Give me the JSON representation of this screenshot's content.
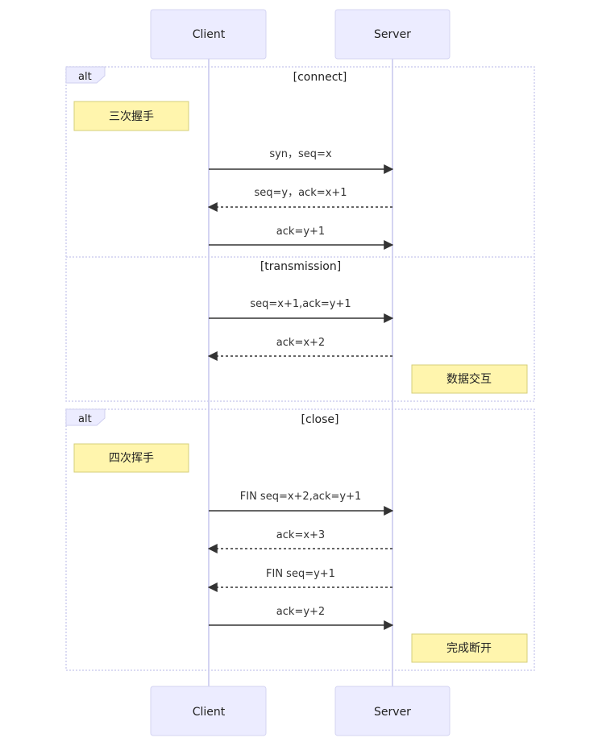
{
  "actors": {
    "client": "Client",
    "server": "Server"
  },
  "alt_label": "alt",
  "blocks": [
    {
      "sections": [
        {
          "condition": "[connect]",
          "note": "三次握手",
          "messages": [
            {
              "text": "syn，seq=x",
              "from": "client",
              "to": "server",
              "style": "solid"
            },
            {
              "text": "seq=y，ack=x+1",
              "from": "server",
              "to": "client",
              "style": "dashed"
            },
            {
              "text": "ack=y+1",
              "from": "client",
              "to": "server",
              "style": "solid"
            }
          ]
        },
        {
          "condition": "[transmission]",
          "messages": [
            {
              "text": "seq=x+1,ack=y+1",
              "from": "client",
              "to": "server",
              "style": "solid"
            },
            {
              "text": "ack=x+2",
              "from": "server",
              "to": "client",
              "style": "dashed"
            }
          ],
          "note": "数据交互"
        }
      ]
    },
    {
      "sections": [
        {
          "condition": "[close]",
          "note": "四次挥手",
          "messages": [
            {
              "text": "FIN seq=x+2,ack=y+1",
              "from": "client",
              "to": "server",
              "style": "solid"
            },
            {
              "text": "ack=x+3",
              "from": "server",
              "to": "client",
              "style": "dashed"
            },
            {
              "text": "FIN seq=y+1",
              "from": "server",
              "to": "client",
              "style": "dashed"
            },
            {
              "text": "ack=y+2",
              "from": "client",
              "to": "server",
              "style": "solid"
            }
          ],
          "end_note": "完成断开"
        }
      ]
    }
  ],
  "colors": {
    "actor_fill": "#ECECFF",
    "actor_stroke": "#D4D4F2",
    "note_fill": "#FFF5AD",
    "note_stroke": "#D6CF7A",
    "line": "#333333"
  }
}
